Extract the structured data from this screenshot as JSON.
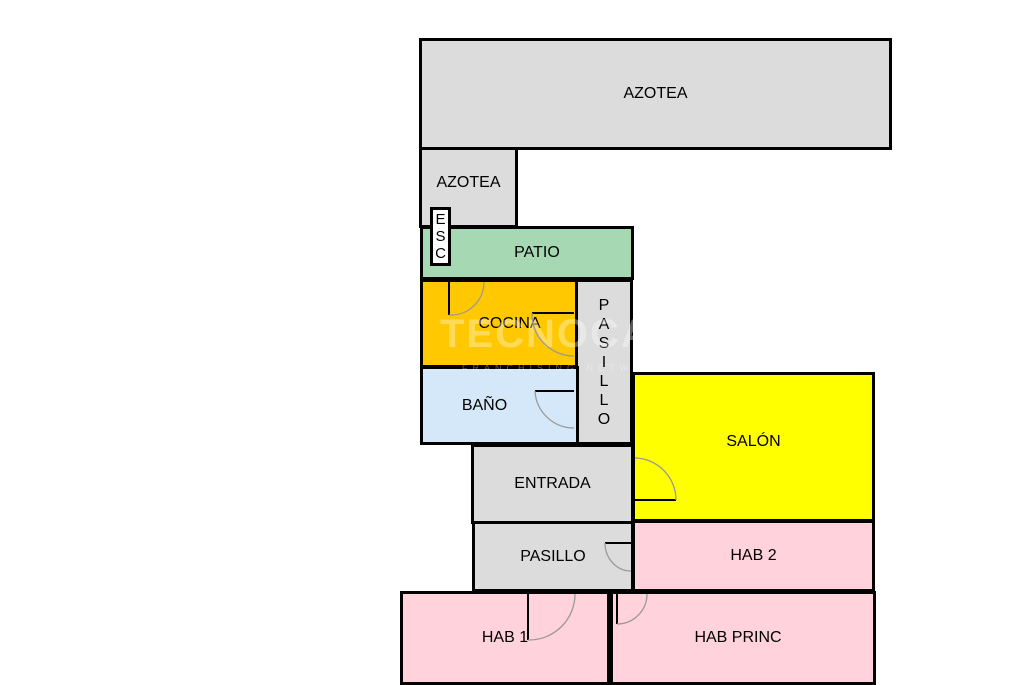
{
  "rooms": {
    "azotea_top": "AZOTEA",
    "azotea_small": "AZOTEA",
    "esc": [
      "E",
      "S",
      "C"
    ],
    "patio": "PATIO",
    "cocina": "COCINA",
    "pasillo_vertical": [
      "P",
      "A",
      "S",
      "I",
      "L",
      "L",
      "O"
    ],
    "bano": "BAÑO",
    "salon": "SALÓN",
    "entrada": "ENTRADA",
    "pasillo": "PASILLO",
    "hab2": "HAB 2",
    "hab1": "HAB 1",
    "hab_princ": "HAB PRINC"
  },
  "watermark": {
    "brand": "TECNOCASA",
    "tagline": "FRANCHISING NETWORK"
  },
  "colors": {
    "gray": "#dcdcdc",
    "patio": "#a6d9b3",
    "cocina": "#ffc800",
    "bano": "#d4e8fa",
    "salon": "#ffff00",
    "bedroom": "#ffd2dc"
  }
}
